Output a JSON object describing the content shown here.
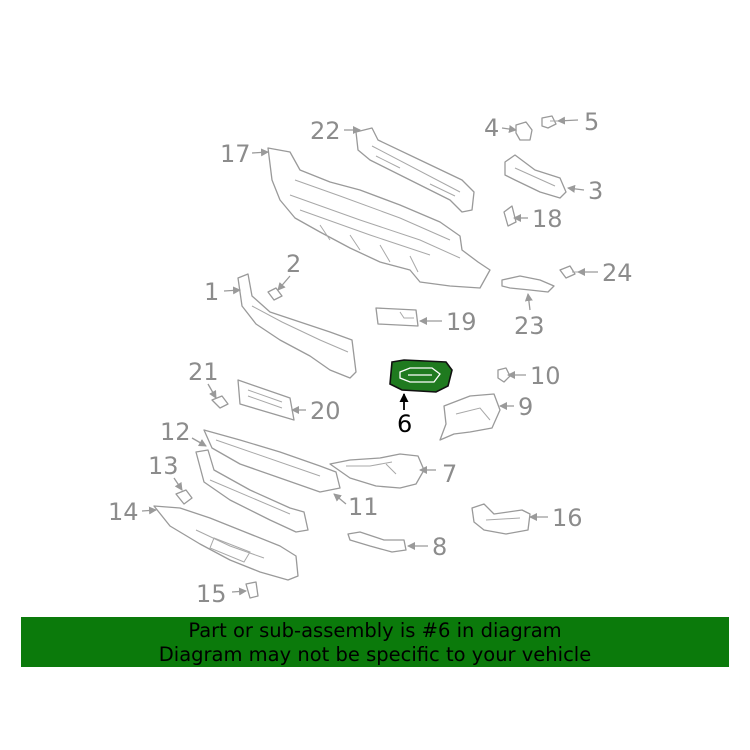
{
  "diagram": {
    "callouts": [
      "1",
      "2",
      "3",
      "4",
      "5",
      "6",
      "7",
      "8",
      "9",
      "10",
      "11",
      "12",
      "13",
      "14",
      "15",
      "16",
      "17",
      "18",
      "19",
      "20",
      "21",
      "22",
      "23",
      "24"
    ],
    "highlighted": "6"
  },
  "banner": {
    "line1": "Part or sub-assembly is #6 in diagram",
    "line2": "Diagram may not be specific to your vehicle"
  },
  "colors": {
    "highlight": "#1f7a1f",
    "banner": "#0b7a0b",
    "line": "#9a9a9a"
  }
}
